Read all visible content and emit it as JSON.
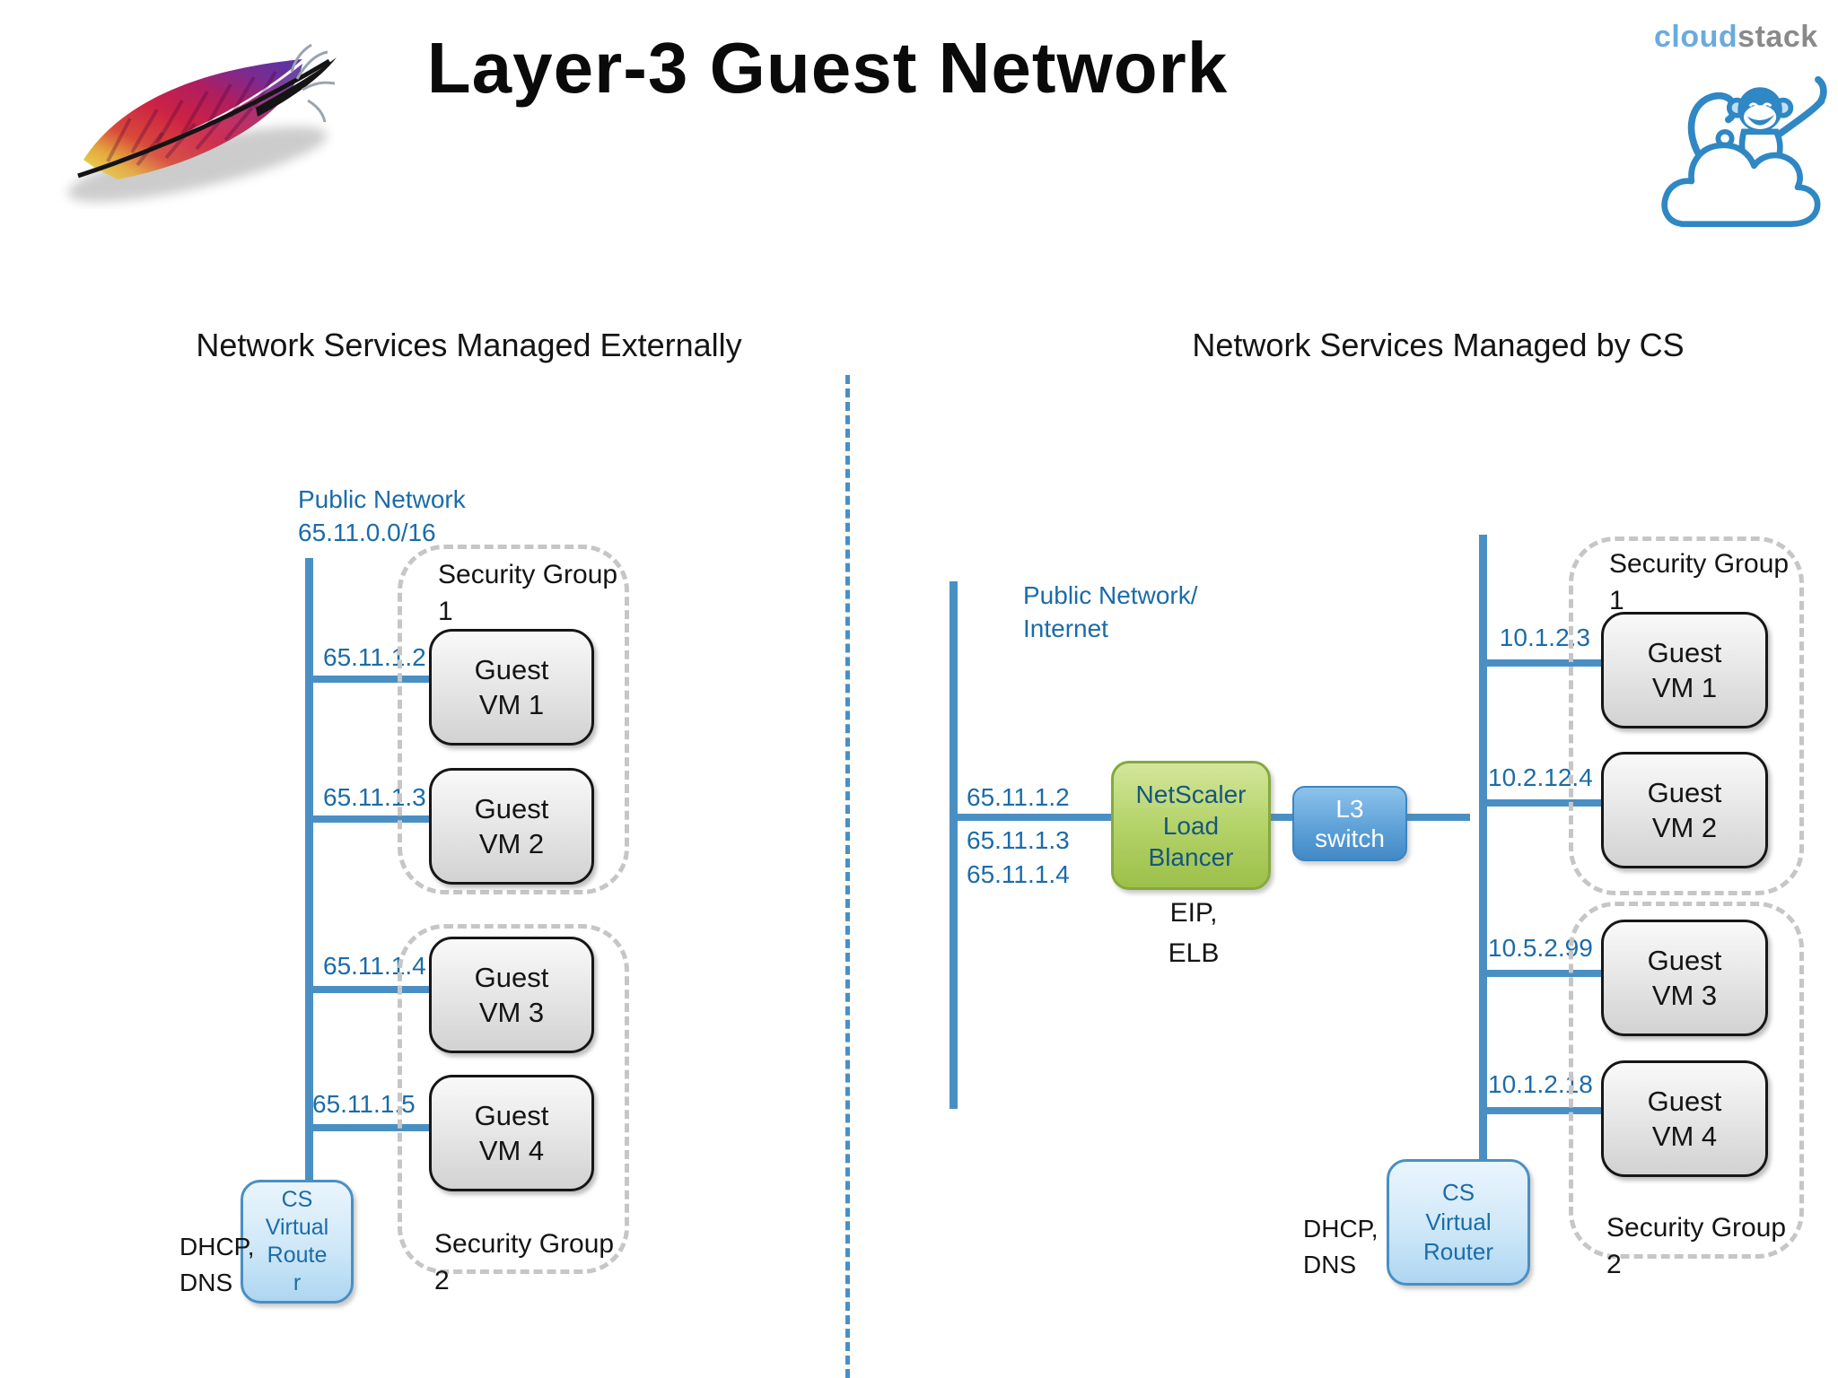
{
  "title": "Layer-3 Guest Network",
  "cloudstack_logo": {
    "cloud": "cloud",
    "stack": "stack"
  },
  "left": {
    "heading": "Network Services Managed Externally",
    "public_network_line1": "Public Network",
    "public_network_line2": "65.11.0.0/16",
    "sg1_label_line1": "Security Group",
    "sg1_label_line2": "1",
    "sg2_label_line1": "Security Group",
    "sg2_label_line2": "2",
    "vms": [
      {
        "ip": "65.11.1.2",
        "name_line1": "Guest",
        "name_line2": "VM 1"
      },
      {
        "ip": "65.11.1.3",
        "name_line1": "Guest",
        "name_line2": "VM 2"
      },
      {
        "ip": "65.11.1.4",
        "name_line1": "Guest",
        "name_line2": "VM 3"
      },
      {
        "ip": "65.11.1.5",
        "name_line1": "Guest",
        "name_line2": "VM 4"
      }
    ],
    "router_line1": "CS",
    "router_line2": "Virtual",
    "router_line3": "Route",
    "router_line4": "r",
    "services_line1": "DHCP,",
    "services_line2": "DNS"
  },
  "right": {
    "heading": "Network Services Managed by CS",
    "public_network_line1": "Public Network/",
    "public_network_line2": "Internet",
    "public_ips": [
      "65.11.1.2",
      "65.11.1.3",
      "65.11.1.4"
    ],
    "load_balancer_line1": "NetScaler",
    "load_balancer_line2": "Load",
    "load_balancer_line3": "Blancer",
    "lb_services_line1": "EIP,",
    "lb_services_line2": "ELB",
    "l3_switch_line1": "L3",
    "l3_switch_line2": "switch",
    "sg1_label_line1": "Security Group",
    "sg1_label_line2": "1",
    "sg2_label_line1": "Security Group",
    "sg2_label_line2": "2",
    "vms": [
      {
        "ip": "10.1.2.3",
        "name_line1": "Guest",
        "name_line2": "VM 1"
      },
      {
        "ip": "10.2.12.4",
        "name_line1": "Guest",
        "name_line2": "VM 2"
      },
      {
        "ip": "10.5.2.99",
        "name_line1": "Guest",
        "name_line2": "VM 3"
      },
      {
        "ip": "10.1.2.18",
        "name_line1": "Guest",
        "name_line2": "VM 4"
      }
    ],
    "router_line1": "CS",
    "router_line2": "Virtual",
    "router_line3": "Router",
    "services_line1": "DHCP,",
    "services_line2": "DNS"
  },
  "colors": {
    "line_blue": "#4a8fc4",
    "label_blue": "#1b6ca8",
    "netscaler_green": "#9cc04a",
    "netscaler_border": "#86a93e",
    "l3_switch_blue": "#5b9fd6",
    "router_fill": "#aed6f1",
    "router_border": "#4a8fc4",
    "vm_fill": "#d2d2d2",
    "vm_border": "#161616",
    "sg_dash_gray": "#c6c6c6",
    "cloudstack_cloud_blue": "#6aabdd",
    "cloudstack_stack_gray": "#8a8a8a"
  }
}
